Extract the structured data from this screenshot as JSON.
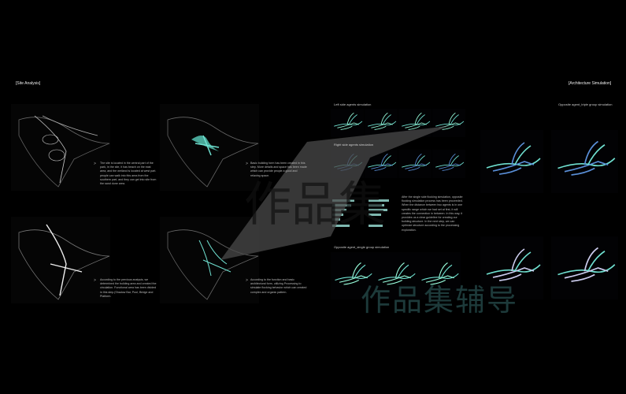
{
  "left_page": {
    "title": "[Site Analysis]",
    "panels": [
      {
        "text": "The site is located in the central part of the park, in the site, it has beach on the east area, and the wetland is located at west part. people can walk into this area from the southern part, and they can get into site from the sand dune area."
      },
      {
        "text": "Basic building form has been created in this step. More details and space has been made which can provide people a good and relaxing space."
      },
      {
        "text": "According to the previous analysis, we determined the building area and created the circulation. Functional area has been divided in this step.(Shadow Bar, Pool, Bridge and Platform."
      },
      {
        "text": "According to the function and basic architectural form, utilizing Processing to simulate flocking behavior which can created complex and organic pattern."
      }
    ],
    "arrow_glyph": ">"
  },
  "right_page": {
    "title": "[Architecture Simulation]",
    "left_side_caption": "Left side agents simulation",
    "right_side_caption": "Right side agents simulation",
    "single_group_caption": "Opposite agent_single group simulation",
    "triple_group_caption": "Opposite agent_triple group simulation",
    "paragraph": "After the single side flocking simulation, opposite flocking simulation process has been proceeded. When the distance between two agents is in one specific range which we had set at first, it will creates the connection in between. In this way, it provides us a clear guideline for creating our building structure. In the next step, we can optimize structure according to the processing exploration.",
    "accent_color": "#6fe0d0"
  },
  "watermark": {
    "text": "作品集辅导",
    "logo_text": "作品集"
  }
}
